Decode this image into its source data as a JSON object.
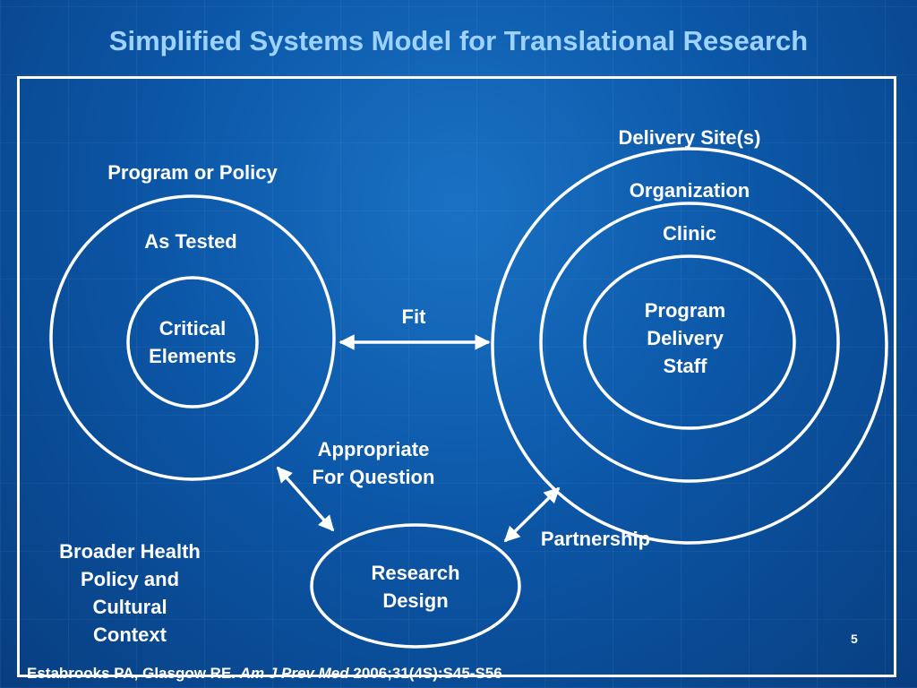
{
  "slide": {
    "title": "Simplified Systems Model for Translational Research",
    "page_number": "5"
  },
  "program": {
    "heading": "Program or Policy",
    "outer_label": "As Tested",
    "inner_label_line1": "Critical",
    "inner_label_line2": "Elements"
  },
  "delivery": {
    "heading": "Delivery Site(s)",
    "outer_label": "Organization",
    "middle_label": "Clinic",
    "inner_label_line1": "Program",
    "inner_label_line2": "Delivery",
    "inner_label_line3": "Staff"
  },
  "connectors": {
    "fit": "Fit",
    "appropriate_line1": "Appropriate",
    "appropriate_line2": "For Question",
    "partnership": "Partnership"
  },
  "research": {
    "label_line1": "Research",
    "label_line2": "Design"
  },
  "context": {
    "line1": "Broader Health",
    "line2": "Policy and",
    "line3": "Cultural",
    "line4": "Context"
  },
  "citation": {
    "authors": "Estabrooks PA, Glasgow RE.",
    "journal": "Am J Prev Med",
    "details": "2006;31(4S):S45-S56"
  },
  "colors": {
    "title": "#9fd3ff",
    "lines": "#ffffff",
    "background": "#0c57a8"
  }
}
